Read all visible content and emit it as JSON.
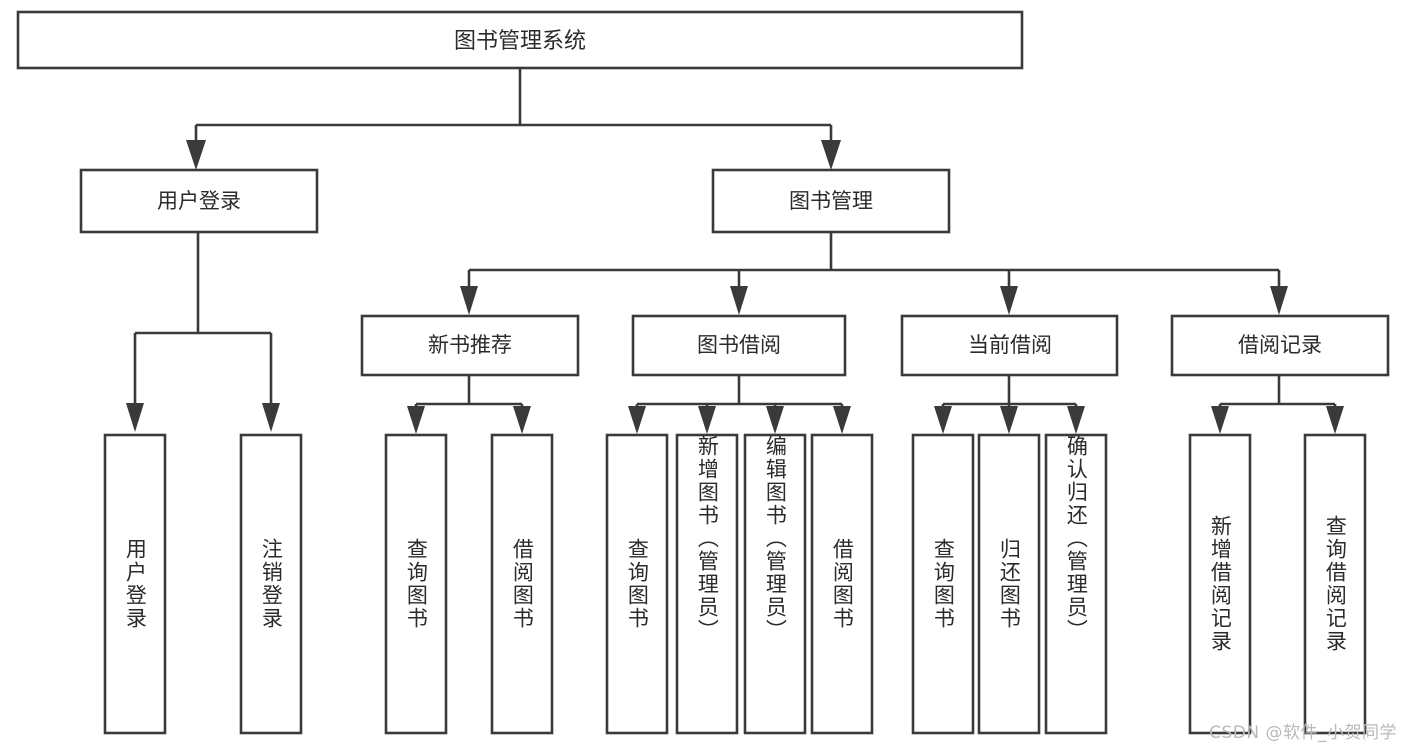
{
  "diagram": {
    "type": "tree-hierarchy",
    "title": "图书管理系统",
    "orientation": "top-down",
    "colors": {
      "box_stroke": "#3a3a3a",
      "box_fill": "#ffffff",
      "connector": "#3a3a3a",
      "text": "#2b2b2b",
      "background": "#ffffff",
      "watermark": "#b9b9b9"
    },
    "root": {
      "label": "图书管理系统"
    },
    "level2": [
      {
        "label": "用户登录"
      },
      {
        "label": "图书管理"
      }
    ],
    "level3": [
      {
        "label": "新书推荐"
      },
      {
        "label": "图书借阅"
      },
      {
        "label": "当前借阅"
      },
      {
        "label": "借阅记录"
      }
    ],
    "leaves": {
      "user_login": [
        {
          "label": "用户登录"
        },
        {
          "label": "注销登录"
        }
      ],
      "new_book_recommend": [
        {
          "label": "查询图书"
        },
        {
          "label": "借阅图书"
        }
      ],
      "book_borrow": [
        {
          "label": "查询图书"
        },
        {
          "label": "新增图书（管理员）"
        },
        {
          "label": "编辑图书（管理员）"
        },
        {
          "label": "借阅图书"
        }
      ],
      "current_borrow": [
        {
          "label": "查询图书"
        },
        {
          "label": "归还图书"
        },
        {
          "label": "确认归还（管理员）"
        }
      ],
      "borrow_record": [
        {
          "label": "新增借阅记录"
        },
        {
          "label": "查询借阅记录"
        }
      ]
    }
  },
  "watermark": {
    "text": "CSDN @软件_小贺同学"
  }
}
